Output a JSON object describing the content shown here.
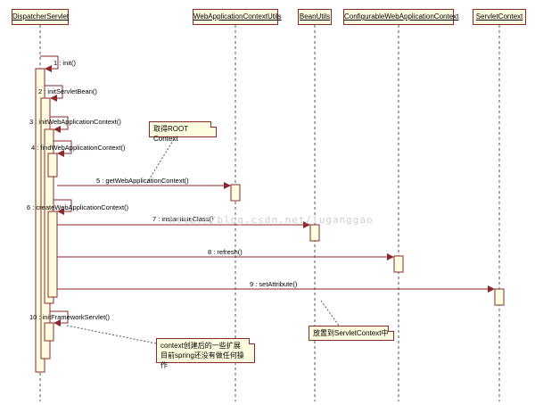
{
  "lifelines": {
    "dispatcher": "DispatcherServlet",
    "wac_utils": "WebApplicationContextUtils",
    "bean_utils": "BeanUtils",
    "configurable_wac": "ConfigurableWebApplicationContext",
    "servlet_context": "ServletContext"
  },
  "messages": {
    "m1": "1 : init()",
    "m2": "2 : initServletBean()",
    "m3": "3 : initWebApplicationContext()",
    "m4": "4 : findWebApplicationContext()",
    "m5": "5 : getWebApplicationContext()",
    "m6": "6 : createWebApplicationContext()",
    "m7": "7 : instantiateClass()",
    "m8": "8 : refresh()",
    "m9": "9 : setAttribute()",
    "m10": "10 : initFrameworkServlet()"
  },
  "notes": {
    "root_context": "取得ROOT Context",
    "put_servlet_context": "放置到ServletContext中",
    "context_line1": "context创建后的一些扩展",
    "context_line2": "目前spring还没有做任何操作"
  },
  "watermark": "http://blog.csdn.net/luganggao",
  "colors": {
    "border": "#8a2a2a",
    "fill": "#fffde0",
    "message_line": "#8a2a2a"
  }
}
